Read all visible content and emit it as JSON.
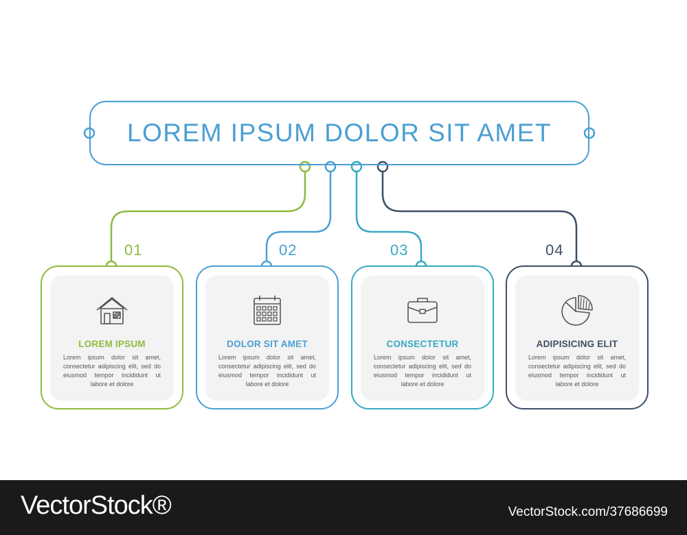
{
  "title": "LOREM IPSUM DOLOR SIT AMET",
  "colors": {
    "title": "#4a9fd3",
    "body_text": "#555555",
    "footer_bg": "#1a1a1a"
  },
  "steps": [
    {
      "number": "01",
      "title": "LOREM IPSUM",
      "text": "Lorem ipsum dolor sit amet, consectetur adipiscing elit, sed do eiusmod tempor incididunt ut labore et dolore",
      "icon": "house-icon",
      "color": "#8cbb3e"
    },
    {
      "number": "02",
      "title": "DOLOR SIT AMET",
      "text": "Lorem ipsum dolor sit amet, consectetur adipiscing elit, sed do eiusmod tempor incididunt ut labore et dolore",
      "icon": "calendar-icon",
      "color": "#4a9fd3"
    },
    {
      "number": "03",
      "title": "CONSECTETUR",
      "text": "Lorem ipsum dolor sit amet, consectetur adipiscing elit, sed do eiusmod tempor incididunt ut labore et dolore",
      "icon": "briefcase-icon",
      "color": "#35a9c2"
    },
    {
      "number": "04",
      "title": "ADIPISICING ELIT",
      "text": "Lorem ipsum dolor sit amet, consectetur adipiscing elit, sed do eiusmod tempor incididunt ut labore et dolore",
      "icon": "pie-chart-icon",
      "color": "#3c4f66"
    }
  ],
  "footer": {
    "logo": "VectorStock®",
    "id": "VectorStock.com/37686699"
  }
}
